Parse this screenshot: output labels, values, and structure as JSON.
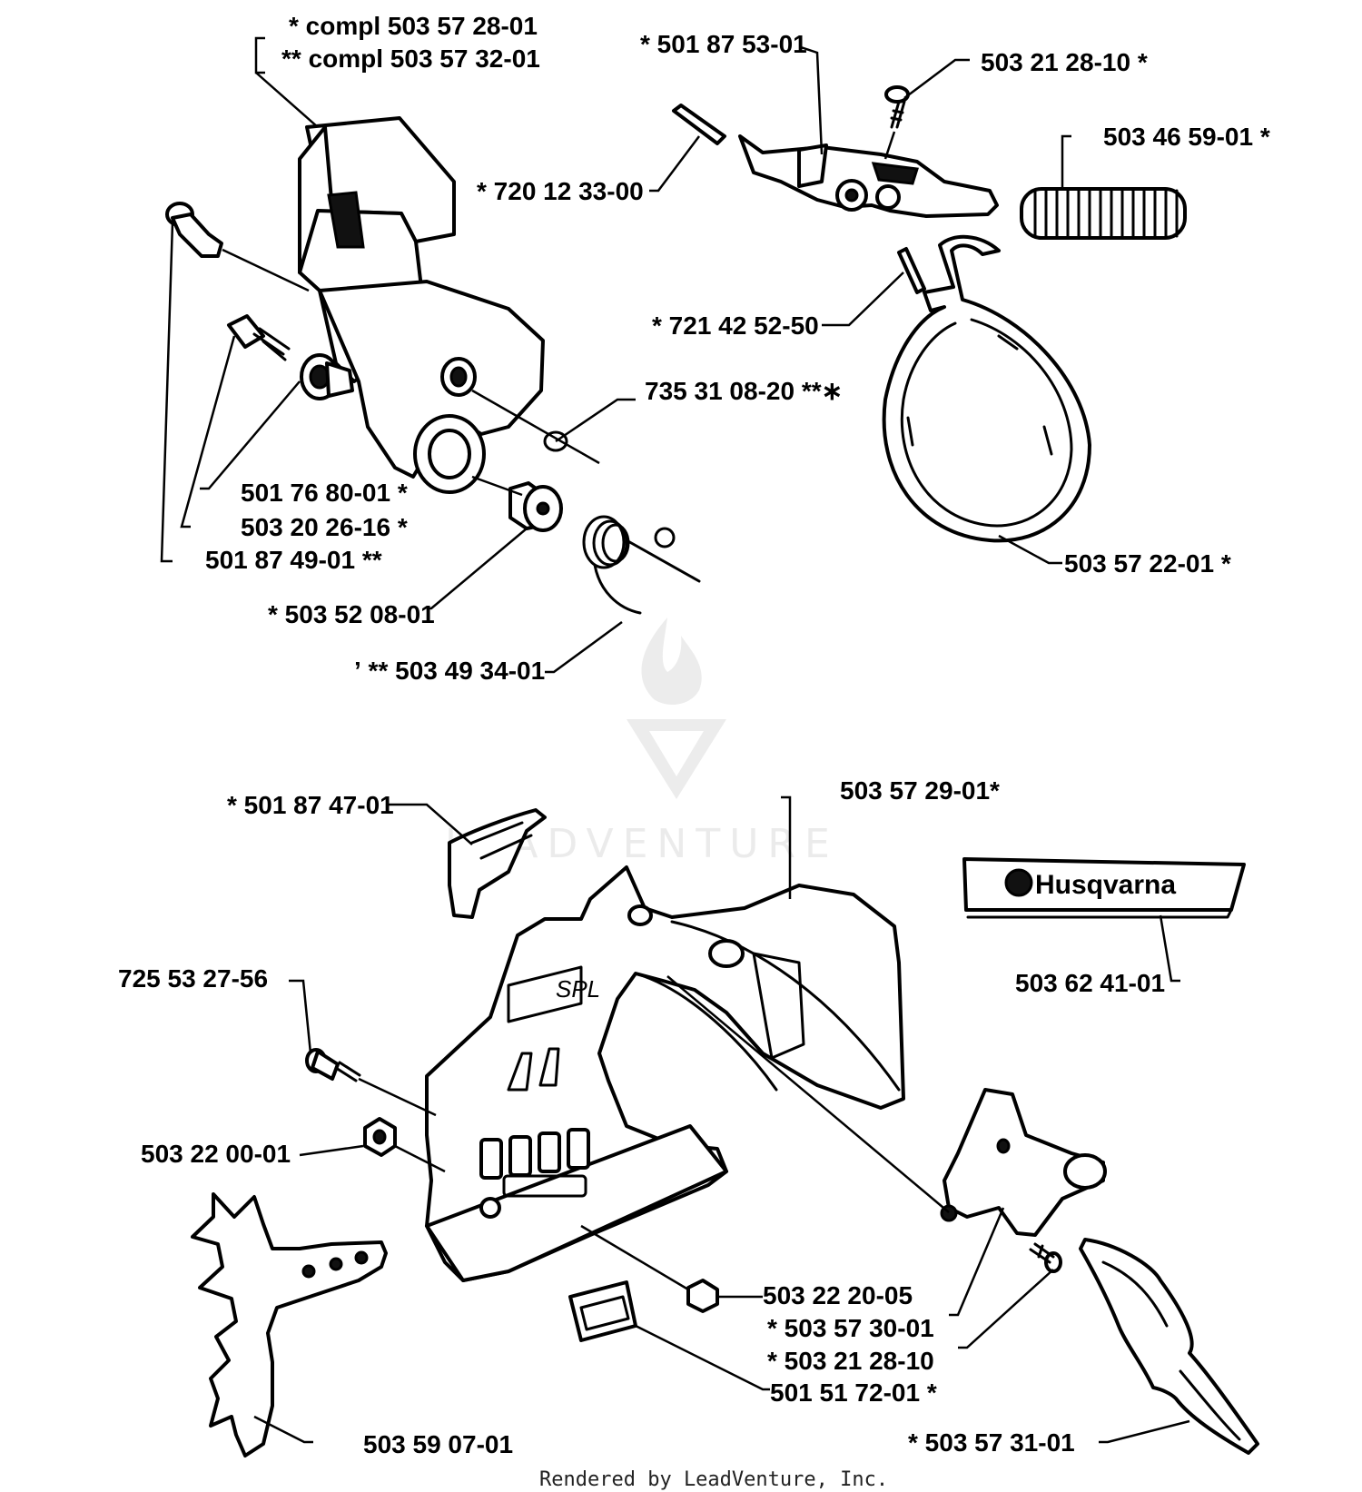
{
  "labels": {
    "compl_1": "*  compl 503 57 28-01",
    "compl_2": "**  compl 503 57 32-01",
    "p_501_87_53_01": "*  501 87 53-01",
    "p_503_21_28_10_top": "503 21 28-10  *",
    "p_503_46_59_01": "503 46 59-01  *",
    "p_720_12_33_00": "*  720 12 33-00",
    "p_721_42_52_50": "*  721 42 52-50",
    "p_735_31_08_20": "735 31 08-20  **∗",
    "p_501_76_80_01": "501 76 80-01  *",
    "p_503_20_26_16": "503 20 26-16  *",
    "p_501_87_49_01": "501 87 49-01  **",
    "p_503_52_08_01": "*  503 52 08-01",
    "p_503_57_22_01": "503 57 22-01  *",
    "p_503_49_34_01": "ʼ **  503 49 34-01",
    "p_501_87_47_01": "*  501 87 47-01",
    "p_503_57_29_01": "503 57 29-01*",
    "p_503_62_41_01": "503 62 41-01",
    "p_725_53_27_56": "725 53 27-56",
    "p_503_22_00_01": "503 22 00-01",
    "p_503_22_20_05": "503 22 20-05",
    "p_503_57_30_01": "*  503 57 30-01",
    "p_503_21_28_10_bot": "*  503 21 28-10",
    "p_501_51_72_01": "501 51 72-01  *",
    "p_503_59_07_01": "503 59 07-01",
    "p_503_57_31_01": "*  503 57 31-01"
  },
  "decal_brand": "Husqvarna",
  "watermark_text": "LEADVENTURE",
  "footer": "Rendered by LeadVenture, Inc."
}
